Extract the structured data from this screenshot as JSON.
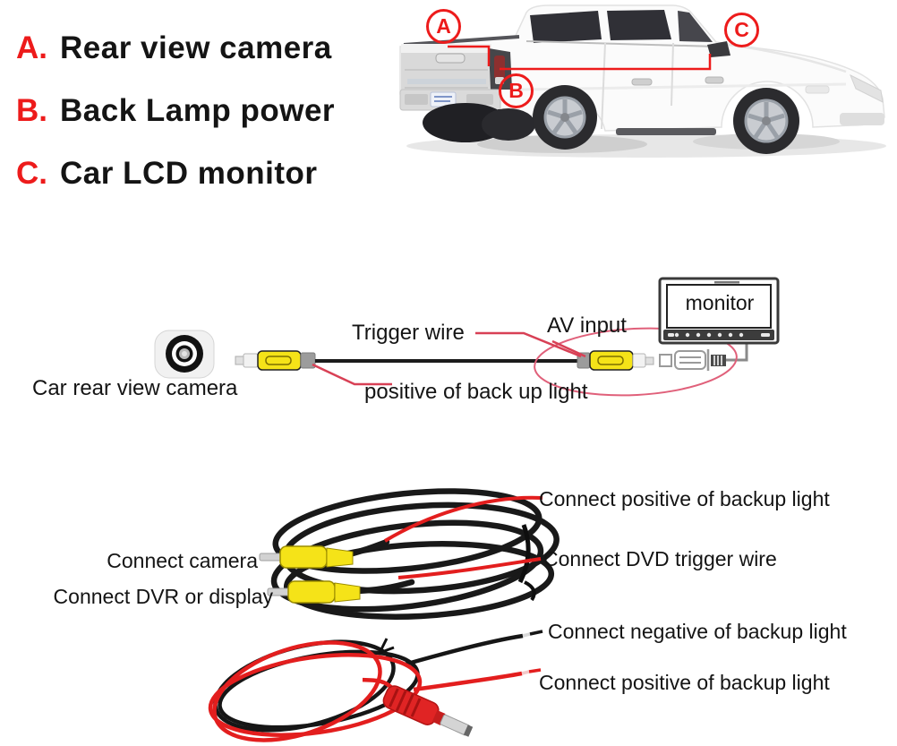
{
  "legend": {
    "items": [
      {
        "key": "A.",
        "label": "Rear view camera"
      },
      {
        "key": "B.",
        "label": "Back Lamp power"
      },
      {
        "key": "C.",
        "label": "Car LCD monitor"
      }
    ]
  },
  "truck": {
    "markers": [
      {
        "letter": "A"
      },
      {
        "letter": "B"
      },
      {
        "letter": "C"
      }
    ]
  },
  "wiring_diagram": {
    "camera_label": "Car rear view camera",
    "trigger_wire_label": "Trigger wire",
    "av_input_label": "AV input",
    "monitor_label": "monitor",
    "backup_light_label": "positive of back up light"
  },
  "av_cable": {
    "connect_camera_label": "Connect camera",
    "connect_dvr_label": "Connect DVR or display",
    "connect_positive_label": "Connect positive of backup light",
    "connect_trigger_label": "Connect DVD trigger wire"
  },
  "power_cable": {
    "connect_negative_label": "Connect negative of backup light",
    "connect_positive_label": "Connect positive of backup light"
  },
  "colors": {
    "accent_red": "#ed1b1b",
    "leader_red": "#d84055",
    "rca_yellow": "#f5e318",
    "wire_black": "#1b1b1b",
    "wire_red": "#e31e1e"
  }
}
